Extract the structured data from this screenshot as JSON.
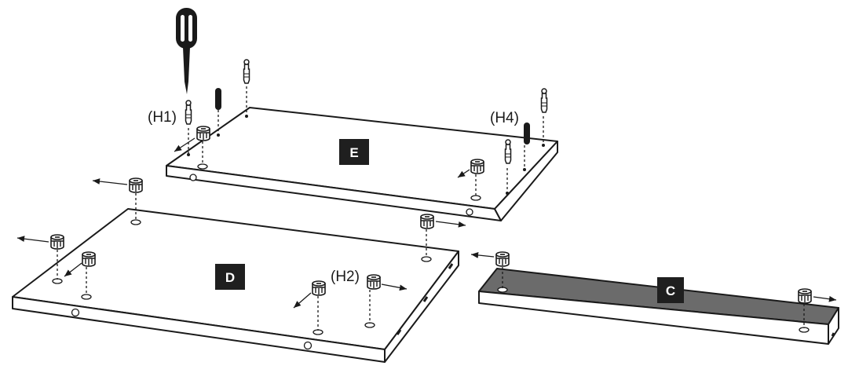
{
  "panels": {
    "e": {
      "label": "E"
    },
    "d": {
      "label": "D"
    },
    "c": {
      "label": "C"
    }
  },
  "callouts": {
    "h1": "(H1)",
    "h4": "(H4)",
    "h2": "(H2)"
  },
  "colors": {
    "ink": "#1a1a1a",
    "panel_c_top": "#6b6b6b",
    "label_bg": "#1f1f1f"
  },
  "icons": [
    "screwdriver-icon",
    "cam-lock-icon",
    "cam-bolt-icon",
    "wooden-dowel-icon",
    "direction-arrow-icon"
  ]
}
